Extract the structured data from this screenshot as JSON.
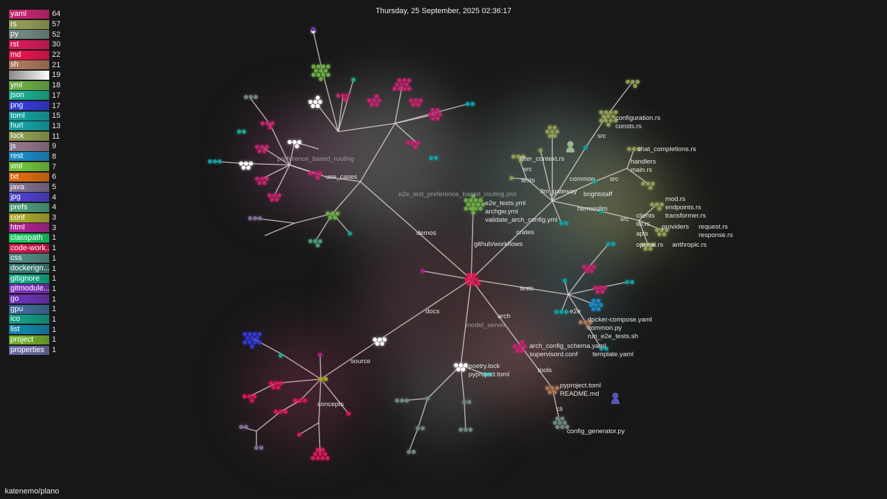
{
  "header": {
    "datetime": "Thursday, 25 September, 2025 02:36:17"
  },
  "footer": {
    "repo": "katenemo/plano"
  },
  "legend": [
    {
      "ext": "yaml",
      "count": "64",
      "color": "#c2246e"
    },
    {
      "ext": "rs",
      "count": "57",
      "color": "#8f9a55"
    },
    {
      "ext": "py",
      "count": "52",
      "color": "#6f8580"
    },
    {
      "ext": "rst",
      "count": "30",
      "color": "#d41a56"
    },
    {
      "ext": "md",
      "count": "22",
      "color": "#e0154d"
    },
    {
      "ext": "sh",
      "count": "21",
      "color": "#a8765a"
    },
    {
      "ext": "",
      "count": "19",
      "color": "#e8e8e8"
    },
    {
      "ext": "yml",
      "count": "18",
      "color": "#6aaa45"
    },
    {
      "ext": "json",
      "count": "17",
      "color": "#1aa98c"
    },
    {
      "ext": "png",
      "count": "17",
      "color": "#3338cf"
    },
    {
      "ext": "toml",
      "count": "15",
      "color": "#159c9c"
    },
    {
      "ext": "hurl",
      "count": "13",
      "color": "#149ea0"
    },
    {
      "ext": "lock",
      "count": "11",
      "color": "#8e9a50"
    },
    {
      "ext": "js",
      "count": "9",
      "color": "#8e7484"
    },
    {
      "ext": "rest",
      "count": "8",
      "color": "#1a86c0"
    },
    {
      "ext": "xml",
      "count": "7",
      "color": "#6fbf3a"
    },
    {
      "ext": "txt",
      "count": "6",
      "color": "#d96a10"
    },
    {
      "ext": "java",
      "count": "5",
      "color": "#7d6c8e"
    },
    {
      "ext": "jpg",
      "count": "4",
      "color": "#4a3fc8"
    },
    {
      "ext": "prefs",
      "count": "4",
      "color": "#4b9a78"
    },
    {
      "ext": "conf",
      "count": "3",
      "color": "#a8a52a"
    },
    {
      "ext": "html",
      "count": "3",
      "color": "#a8238e"
    },
    {
      "ext": "classpath",
      "count": "1",
      "color": "#18c862"
    },
    {
      "ext": "code-work...",
      "count": "1",
      "color": "#c8174a"
    },
    {
      "ext": "css",
      "count": "1",
      "color": "#4f8a80"
    },
    {
      "ext": "dockerign...",
      "count": "1",
      "color": "#3b7a72"
    },
    {
      "ext": "gitignore",
      "count": "1",
      "color": "#11a684"
    },
    {
      "ext": "gitmodule...",
      "count": "1",
      "color": "#7a30b8"
    },
    {
      "ext": "go",
      "count": "1",
      "color": "#6a32b0"
    },
    {
      "ext": "gpu",
      "count": "1",
      "color": "#3d6a98"
    },
    {
      "ext": "ico",
      "count": "1",
      "color": "#129a82"
    },
    {
      "ext": "list",
      "count": "1",
      "color": "#1284a8"
    },
    {
      "ext": "project",
      "count": "1",
      "color": "#72ad2c"
    },
    {
      "ext": "properties",
      "count": "1",
      "color": "#6a6aa0"
    }
  ],
  "labels": [
    {
      "text": "demos"
    },
    {
      "text": "use_cases"
    },
    {
      "text": "preference_based_routing",
      "dim": true
    },
    {
      "text": "github/workflows"
    },
    {
      "text": "crates"
    },
    {
      "text": "e2e_tests.yml"
    },
    {
      "text": "archgw.yml"
    },
    {
      "text": "e2e_test_preference_based_routing.yml",
      "dim": true
    },
    {
      "text": "validate_arch_config.yml"
    },
    {
      "text": "filter_context.rs"
    },
    {
      "text": "src"
    },
    {
      "text": "tests"
    },
    {
      "text": "llm_gateway"
    },
    {
      "text": "brightstaff"
    },
    {
      "text": "common"
    },
    {
      "text": "src"
    },
    {
      "text": "hermesllm"
    },
    {
      "text": "src"
    },
    {
      "text": "src"
    },
    {
      "text": "configuration.rs"
    },
    {
      "text": "consts.rs"
    },
    {
      "text": "chat_completions.rs"
    },
    {
      "text": "handlers"
    },
    {
      "text": "main.rs"
    },
    {
      "text": "mod.rs"
    },
    {
      "text": "endpoints.rs"
    },
    {
      "text": "transformer.rs"
    },
    {
      "text": "clients"
    },
    {
      "text": "lib.rs"
    },
    {
      "text": "providers"
    },
    {
      "text": "request.rs"
    },
    {
      "text": "response.rs"
    },
    {
      "text": "apis"
    },
    {
      "text": "openai.rs"
    },
    {
      "text": "anthropic.rs"
    },
    {
      "text": "tests"
    },
    {
      "text": "e2e"
    },
    {
      "text": "docker-compose.yaml"
    },
    {
      "text": "common.py"
    },
    {
      "text": "run_e2e_tests.sh"
    },
    {
      "text": "arch"
    },
    {
      "text": "model_server",
      "dim": true
    },
    {
      "text": "arch_config_schema.yaml"
    },
    {
      "text": "supervisord.conf"
    },
    {
      "text": "template.yaml"
    },
    {
      "text": "poetry.lock"
    },
    {
      "text": "pyproject.toml"
    },
    {
      "text": "tools"
    },
    {
      "text": "pyproject.toml"
    },
    {
      "text": "README.md"
    },
    {
      "text": "cli"
    },
    {
      "text": "config_generator.py"
    },
    {
      "text": "docs"
    },
    {
      "text": "source"
    },
    {
      "text": "concepts"
    }
  ]
}
